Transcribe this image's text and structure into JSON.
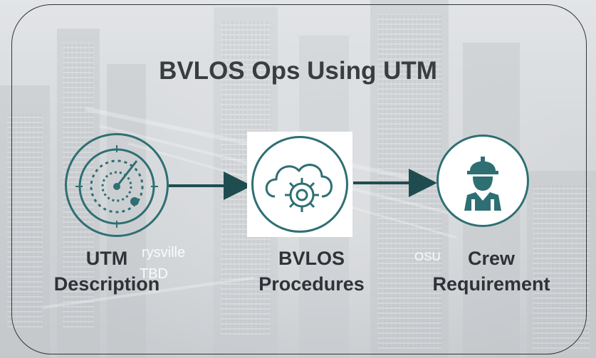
{
  "title": "BVLOS Ops Using UTM",
  "steps": [
    {
      "line1": "UTM",
      "line2": "Description",
      "icon": "radar-icon"
    },
    {
      "line1": "BVLOS",
      "line2": "Procedures",
      "icon": "cloud-gear-icon"
    },
    {
      "line1": "Crew",
      "line2": "Requirement",
      "icon": "worker-hardhat-icon"
    }
  ],
  "overlay_text": {
    "marysville": "rysville",
    "tbd": "TBD",
    "osu": "OSU"
  },
  "colors": {
    "accent": "#2e6f73",
    "arrow": "#1f4d4f",
    "text": "#2f3236"
  }
}
